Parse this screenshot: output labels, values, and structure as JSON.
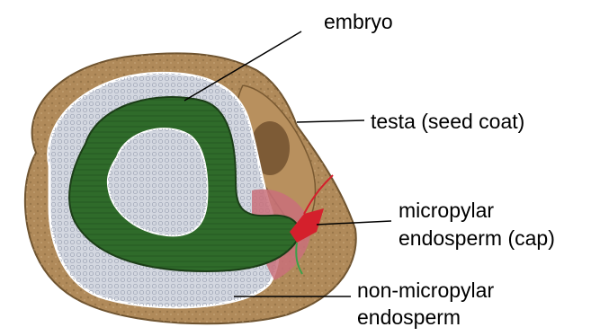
{
  "labels": {
    "embryo": "embryo",
    "testa": "testa (seed coat)",
    "micropylar_line1": "micropylar",
    "micropylar_line2": "endosperm (cap)",
    "non_micropylar_line1": "non-micropylar",
    "non_micropylar_line2": "endosperm"
  },
  "colors": {
    "testa": "#b08a5a",
    "endosperm": "#cfd3dd",
    "embryo": "#2f6b2a",
    "micropylar_cap": "#c9707a",
    "radicle_marker": "#d4202c"
  }
}
